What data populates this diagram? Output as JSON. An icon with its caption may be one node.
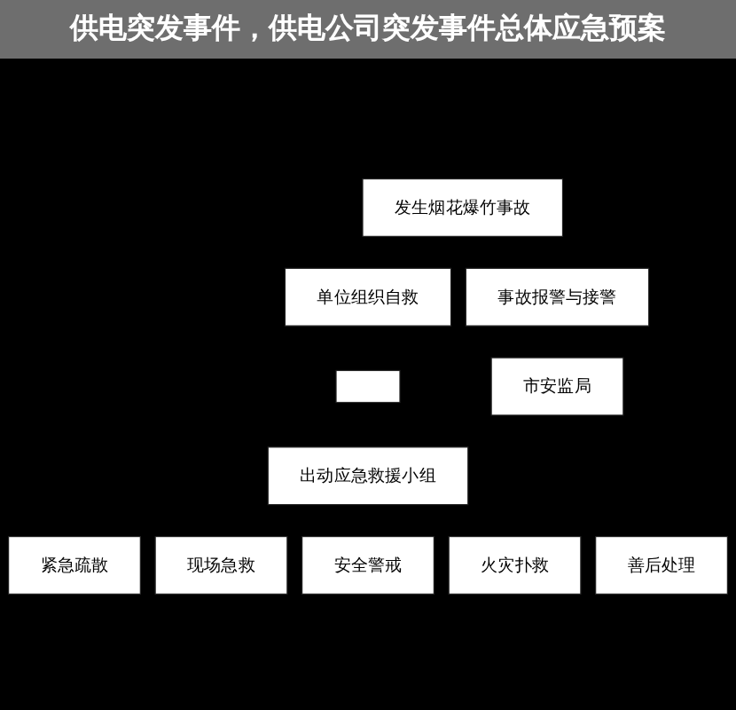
{
  "diagram": {
    "title": "供电突发事件，供电公司突发事件总体应急预案",
    "nodes": [
      {
        "text": [
          "发生烟花爆竹事故"
        ]
      },
      {
        "text": [
          "单位组织自救"
        ]
      },
      {
        "text": [
          "事故报警与接警"
        ]
      },
      {
        "text": [],
        "shape": "box"
      },
      {
        "text": [
          "市安监局"
        ]
      },
      {
        "text": [
          "出动应急救援小组"
        ]
      },
      {
        "text": [
          "紧急疏散"
        ]
      },
      {
        "text": [
          "现场急救"
        ]
      },
      {
        "text": [
          "安全警戒"
        ]
      },
      {
        "text": [
          "火灾扑救"
        ]
      },
      {
        "text": [
          "善后处理"
        ]
      }
    ]
  }
}
